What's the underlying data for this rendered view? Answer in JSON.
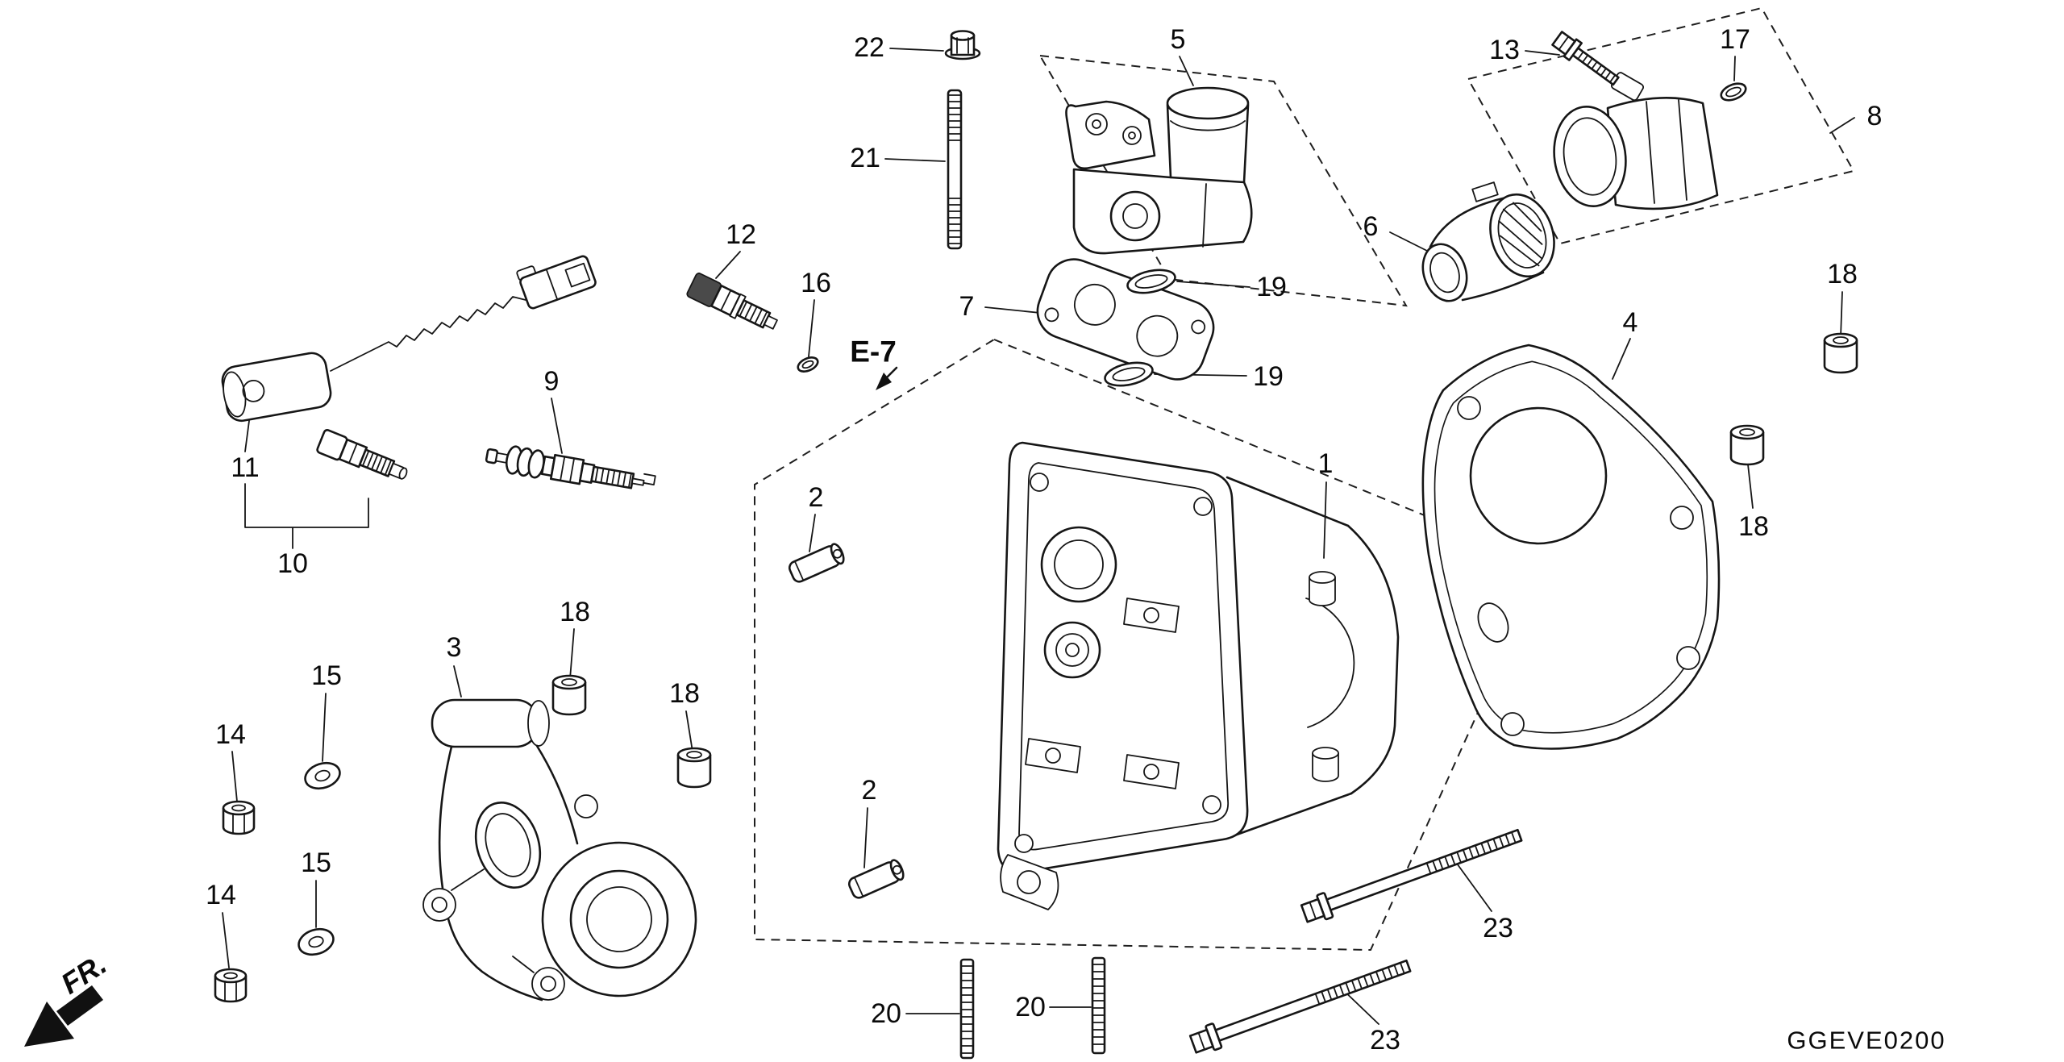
{
  "diagram": {
    "code": "GGEVE0200",
    "reference_label": "E-7",
    "front_label": "FR."
  },
  "callouts": [
    {
      "label": "22",
      "part": "cap-nut"
    },
    {
      "label": "21",
      "part": "stud-bolt"
    },
    {
      "label": "5",
      "part": "throttle-body"
    },
    {
      "label": "13",
      "part": "flange-bolt"
    },
    {
      "label": "17",
      "part": "o-ring"
    },
    {
      "label": "8",
      "part": "sensor-boot-assembly"
    },
    {
      "label": "6",
      "part": "intake-pipe"
    },
    {
      "label": "12",
      "part": "temperature-sensor"
    },
    {
      "label": "16",
      "part": "o-ring"
    },
    {
      "label": "7",
      "part": "insulator-gasket"
    },
    {
      "label": "19",
      "part": "o-ring"
    },
    {
      "label": "19",
      "part": "o-ring"
    },
    {
      "label": "4",
      "part": "cylinder-head-gasket"
    },
    {
      "label": "18",
      "part": "collar"
    },
    {
      "label": "18",
      "part": "collar"
    },
    {
      "label": "1",
      "part": "cylinder-head"
    },
    {
      "label": "11",
      "part": "sensor-assembly"
    },
    {
      "label": "10",
      "part": "sensor-group"
    },
    {
      "label": "9",
      "part": "spark-plug"
    },
    {
      "label": "2",
      "part": "dowel-pin"
    },
    {
      "label": "2",
      "part": "dowel-pin"
    },
    {
      "label": "3",
      "part": "inlet-manifold"
    },
    {
      "label": "18",
      "part": "collar"
    },
    {
      "label": "18",
      "part": "collar"
    },
    {
      "label": "15",
      "part": "washer"
    },
    {
      "label": "14",
      "part": "nut"
    },
    {
      "label": "15",
      "part": "washer"
    },
    {
      "label": "14",
      "part": "nut"
    },
    {
      "label": "20",
      "part": "stud-bolt"
    },
    {
      "label": "20",
      "part": "stud-bolt"
    },
    {
      "label": "23",
      "part": "flange-bolt"
    },
    {
      "label": "23",
      "part": "flange-bolt"
    }
  ]
}
